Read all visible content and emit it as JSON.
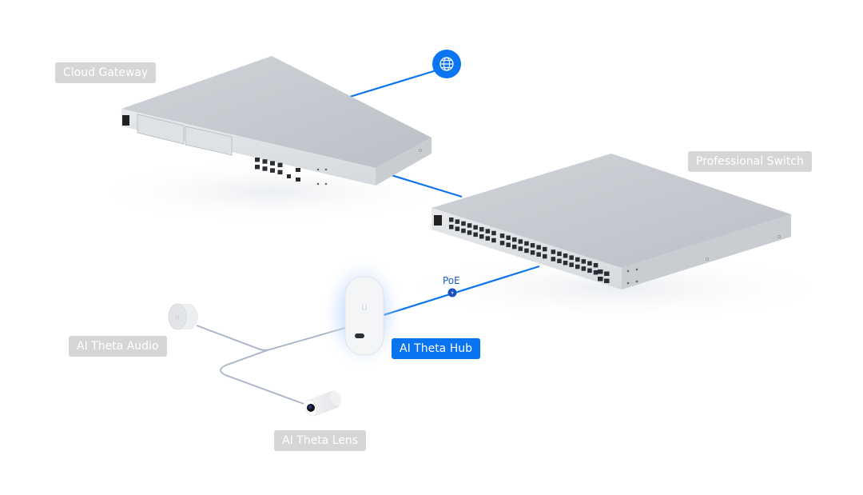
{
  "diagram": {
    "title": "AI Theta network topology",
    "colors": {
      "link": "#0b74f0",
      "cable": "#a9b3c6",
      "label_bg": "#d6d6d6",
      "label_active_bg": "#0a73f0",
      "device_body": "#d3d6db",
      "device_top": "#c4c7cd",
      "poe_badge": "#1852b8",
      "glow": "#c9dcff"
    },
    "nodes": [
      {
        "id": "internet",
        "label": "",
        "icon": "globe-icon"
      },
      {
        "id": "cloud-gateway",
        "label": "Cloud Gateway",
        "active": false
      },
      {
        "id": "professional-switch",
        "label": "Professional Switch",
        "active": false
      },
      {
        "id": "ai-theta-hub",
        "label": "AI Theta Hub",
        "active": true
      },
      {
        "id": "ai-theta-audio",
        "label": "AI Theta Audio",
        "active": false
      },
      {
        "id": "ai-theta-lens",
        "label": "AI Theta Lens",
        "active": false
      }
    ],
    "links": [
      {
        "from": "internet",
        "to": "cloud-gateway",
        "type": "network"
      },
      {
        "from": "cloud-gateway",
        "to": "professional-switch",
        "type": "network"
      },
      {
        "from": "professional-switch",
        "to": "ai-theta-hub",
        "type": "network",
        "annotation": "PoE",
        "badge_icon": "power-icon"
      },
      {
        "from": "ai-theta-hub",
        "to": "ai-theta-audio",
        "type": "cable"
      },
      {
        "from": "ai-theta-hub",
        "to": "ai-theta-lens",
        "type": "cable"
      }
    ],
    "gateway_ports": {
      "rj45": 8,
      "sfp": 2,
      "wan_rj45": 1,
      "drive_bays": 2
    },
    "switch_ports": {
      "rj45": 48,
      "sfp": 4
    }
  }
}
